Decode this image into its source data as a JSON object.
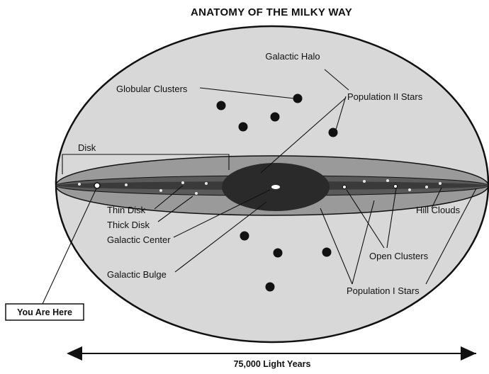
{
  "title": "ANATOMY OF THE MILKY WAY",
  "labels": {
    "galactic_halo": "Galactic Halo",
    "globular_clusters": "Globular Clusters",
    "population_ii": "Population II Stars",
    "disk": "Disk",
    "thin_disk": "Thin Disk",
    "thick_disk": "Thick Disk",
    "galactic_center": "Galactic Center",
    "galactic_bulge": "Galactic Bulge",
    "hill_clouds": "Hill Clouds",
    "open_clusters": "Open Clusters",
    "population_i": "Population I Stars",
    "you_are_here": "You Are Here",
    "scale": "75,000 Light Years"
  },
  "colors": {
    "halo_fill": "#d8d8d8",
    "thick_disk_fill": "#9a9a9a",
    "thin_disk_fill": "#4a4a4a",
    "bulge_fill": "#2a2a2a",
    "outline": "#111111"
  }
}
